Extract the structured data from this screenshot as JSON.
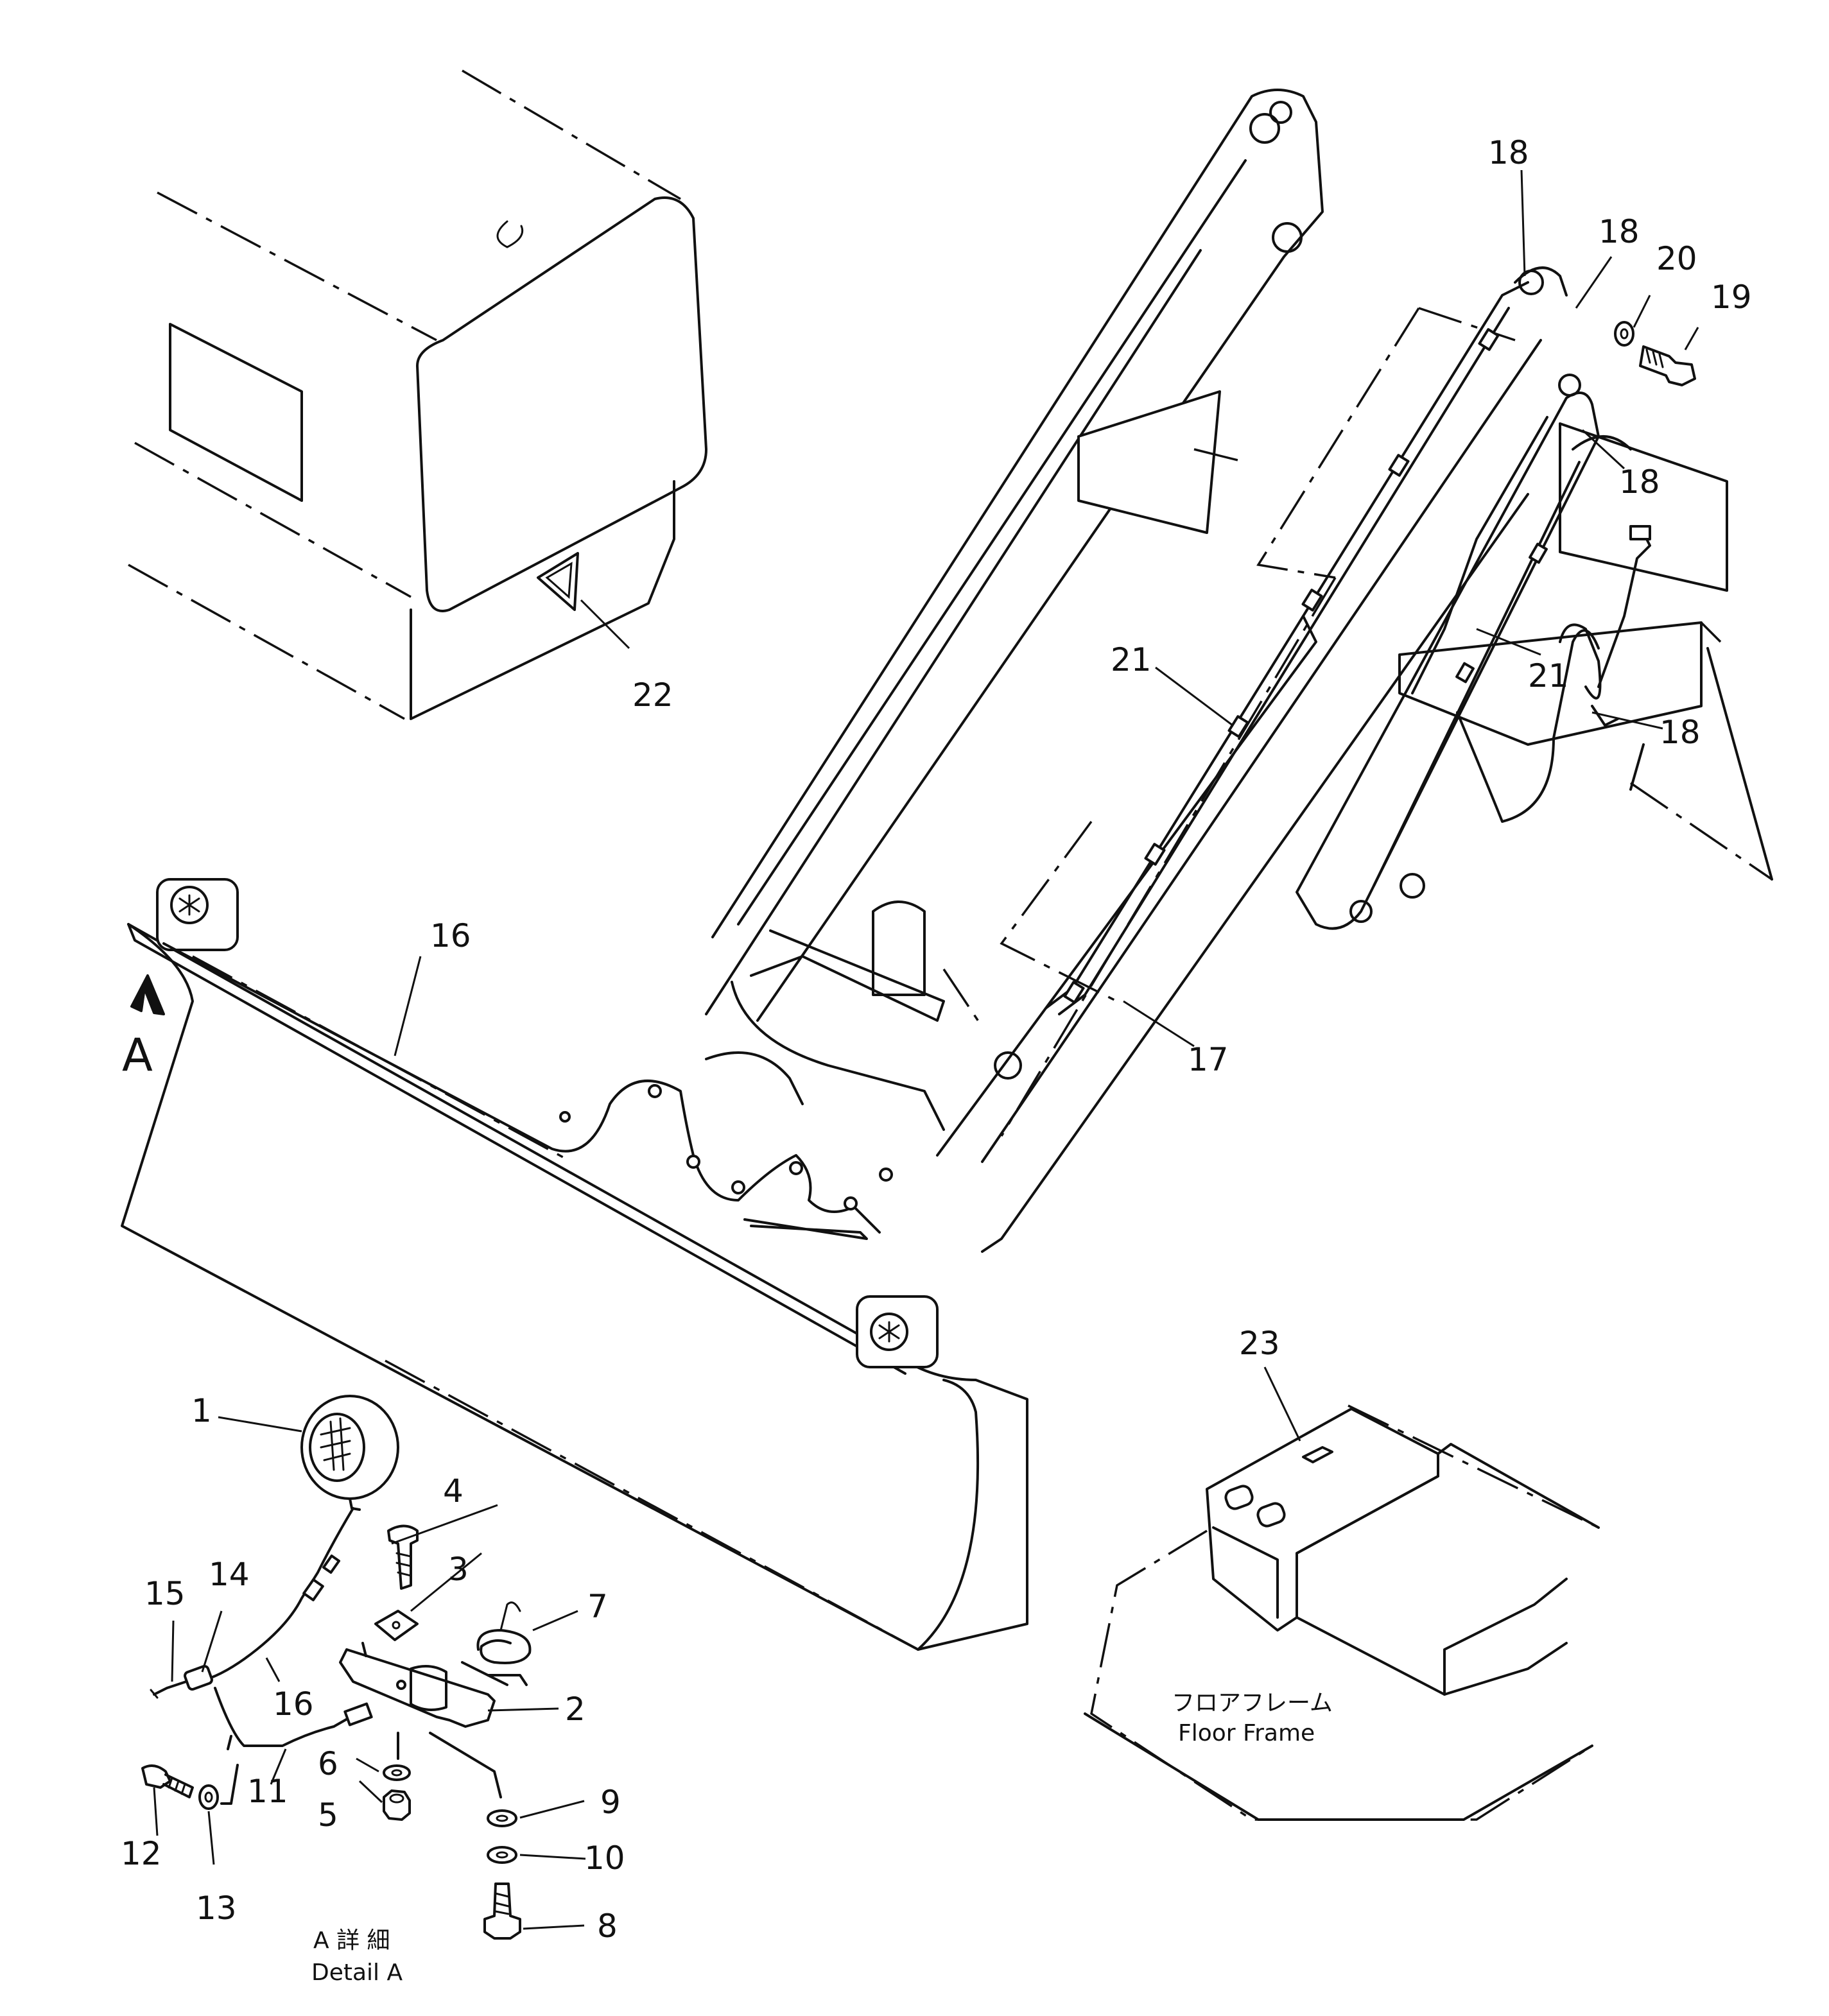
{
  "callouts": {
    "c1": "1",
    "c2": "2",
    "c3": "3",
    "c4": "4",
    "c5": "5",
    "c6": "6",
    "c7": "7",
    "c8": "8",
    "c9": "9",
    "c10": "10",
    "c11": "11",
    "c12": "12",
    "c13": "13",
    "c14": "14",
    "c15": "15",
    "c16a": "16",
    "c16b": "16",
    "c17": "17",
    "c18a": "18",
    "c18b": "18",
    "c18c": "18",
    "c18d": "18",
    "c19": "19",
    "c20": "20",
    "c21a": "21",
    "c21b": "21",
    "c22": "22",
    "c23": "23"
  },
  "view_arrow_label": "A",
  "detail_caption": {
    "jp": "A 詳 細",
    "en": "Detail A"
  },
  "floor_frame_label": {
    "jp": "フロアフレーム",
    "en": "Floor Frame"
  }
}
